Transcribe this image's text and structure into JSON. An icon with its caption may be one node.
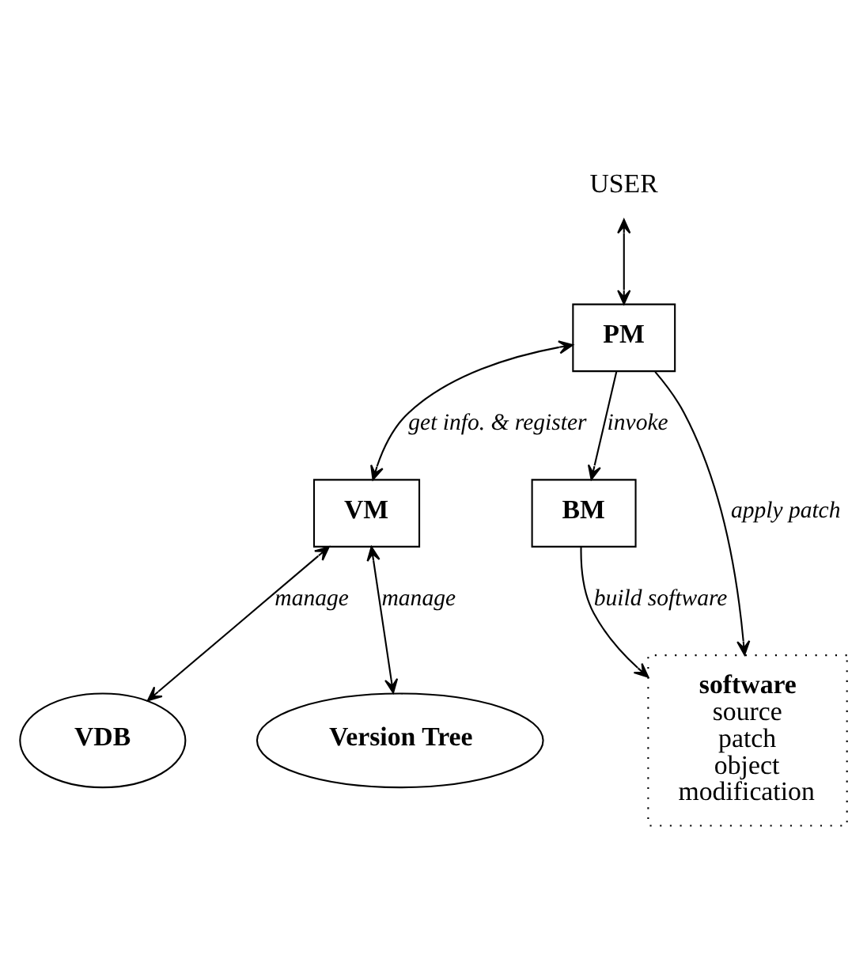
{
  "diagram": {
    "nodes": [
      {
        "text": [
          "USER"
        ]
      },
      {
        "text": [
          "PM"
        ]
      },
      {
        "text": [
          "VM"
        ]
      },
      {
        "text": [
          "BM"
        ]
      },
      {
        "text": [
          "VDB"
        ]
      },
      {
        "text": [
          "Version Tree"
        ]
      },
      {
        "text": [
          "software",
          "source patch object modification"
        ]
      }
    ],
    "edges": [
      {
        "from": 0,
        "to": 1,
        "arrow": "both"
      },
      {
        "from": 1,
        "to": 2,
        "arrow": "both",
        "label": "get info. & register"
      },
      {
        "from": 1,
        "to": 3,
        "arrow": "to",
        "label": "invoke"
      },
      {
        "from": 1,
        "to": 6,
        "arrow": "to",
        "label": "apply patch"
      },
      {
        "from": 3,
        "to": 6,
        "arrow": "to",
        "label": "build software"
      },
      {
        "from": 2,
        "to": 4,
        "arrow": "both",
        "label": "manage"
      },
      {
        "from": 2,
        "to": 5,
        "arrow": "both",
        "label": "manage"
      }
    ]
  }
}
